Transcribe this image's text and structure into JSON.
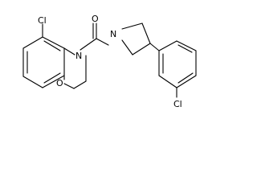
{
  "molecule": {
    "atom_labels": {
      "cl_top": "Cl",
      "oxygen_carbonyl": "O",
      "nitrogen_ring": "N",
      "nitrogen_pyrrolidine": "N",
      "oxygen_ring": "O",
      "cl_bottom": "Cl"
    }
  },
  "colors": {
    "bond": "#000000",
    "label": "#000000",
    "background": "#ffffff"
  }
}
